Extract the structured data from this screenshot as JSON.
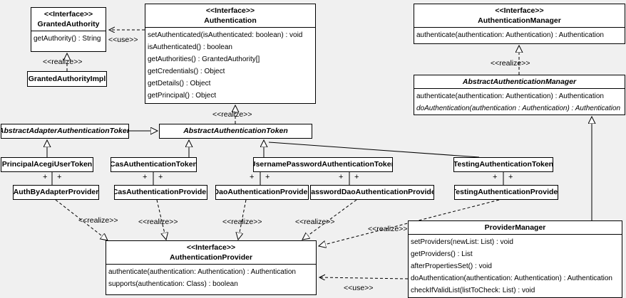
{
  "classes": {
    "granted_authority": {
      "stereotype": "<<Interface>>",
      "name": "GrantedAuthority",
      "methods": [
        "getAuthority() : String"
      ]
    },
    "granted_authority_impl": {
      "name": "GrantedAuthorityImpl"
    },
    "authentication": {
      "stereotype": "<<Interface>>",
      "name": "Authentication",
      "methods": [
        "setAuthenticated(isAuthenticated: boolean) : void",
        "isAuthenticated() : boolean",
        "getAuthorities() : GrantedAuthority[]",
        "getCredentials() : Object",
        "getDetails() : Object",
        "getPrincipal() : Object"
      ]
    },
    "authentication_manager": {
      "stereotype": "<<Interface>>",
      "name": "AuthenticationManager",
      "methods": [
        "authenticate(authentication: Authentication) : Authentication"
      ]
    },
    "abstract_authentication_manager": {
      "name": "AbstractAuthenticationManager",
      "methods": [
        "authenticate(authentication: Authentication) : Authentication",
        "doAuthentication(authentication : Authentication) : Authentication"
      ]
    },
    "abstract_adapter_authentication_token": {
      "name": "AbstractAdapterAuthenticationToken"
    },
    "abstract_authentication_token": {
      "name": "AbstractAuthenticationToken"
    },
    "principal_acegi_user_token": {
      "name": "PrincipalAcegiUserToken"
    },
    "cas_authentication_token": {
      "name": "CasAuthenticationToken"
    },
    "username_password_authentication_token": {
      "name": "UsernamePasswordAuthenticationToken"
    },
    "testing_authentication_token": {
      "name": "TestingAuthenticationToken"
    },
    "auth_by_adapter_provider": {
      "name": "AuthByAdapterProvider"
    },
    "cas_authentication_provider": {
      "name": "CasAuthenticationProvider"
    },
    "dao_authentication_provider": {
      "name": "DaoAuthenticationProvider"
    },
    "password_dao_authentication_provider": {
      "name": "PasswordDaoAuthenticationProvider"
    },
    "testing_authentication_provider": {
      "name": "TestingAuthenticationProvider"
    },
    "authentication_provider": {
      "stereotype": "<<Interface>>",
      "name": "AuthenticationProvider",
      "methods": [
        "authenticate(authentication: Authentication) : Authentication",
        "supports(authentication: Class) : boolean"
      ]
    },
    "provider_manager": {
      "name": "ProviderManager",
      "methods": [
        "setProviders(newList: List) : void",
        "getProviders() : List",
        "afterPropertiesSet() : void",
        "doAuthentication(authentication: Authentication) : Authentication",
        "checkIfValidList(listToCheck: List) : void"
      ]
    }
  },
  "edge_labels": {
    "use_top": "<<use>>",
    "realize_impl": "<<realize>>",
    "realize_manager": "<<realize>>",
    "realize_token": "<<realize>>",
    "realize_p1": "<<realize>>",
    "realize_p2": "<<realize>>",
    "realize_p3": "<<realize>>",
    "realize_p4": "<<realize>>",
    "realize_p5": "<<realize>>",
    "use_bottom": "<<use>>"
  },
  "assoc_role": "+"
}
